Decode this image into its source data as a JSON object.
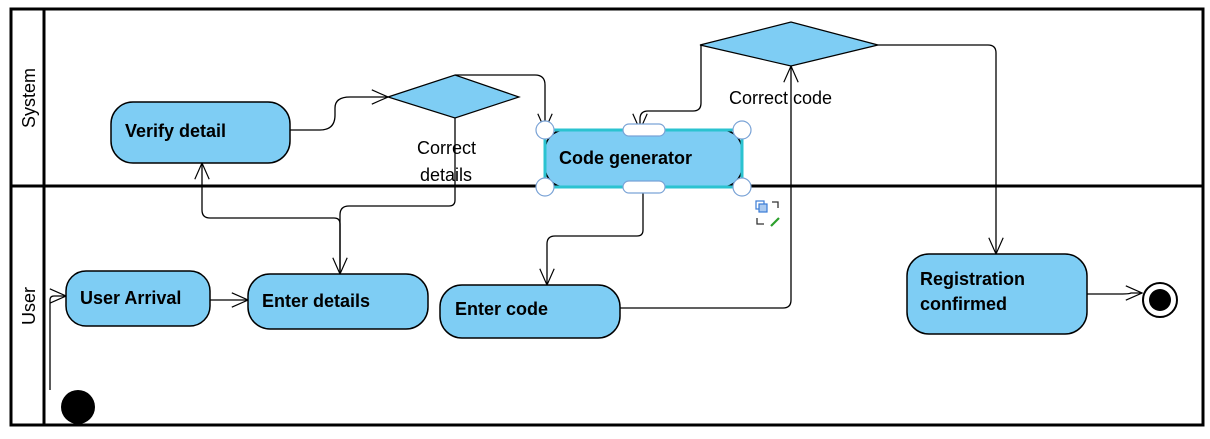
{
  "lanes": {
    "system": "System",
    "user": "User"
  },
  "actions": {
    "verify_detail": "Verify detail",
    "code_generator": "Code generator",
    "user_arrival": "User Arrival",
    "enter_details": "Enter details",
    "enter_code": "Enter code",
    "registration_line1": "Registration",
    "registration_line2": "confirmed"
  },
  "guards": {
    "correct_details_line1": "Correct",
    "correct_details_line2": "details",
    "correct_code": "Correct code"
  },
  "colors": {
    "action_fill": "#7ecdf4",
    "selection_border": "#2bc3d0"
  },
  "icons": {
    "selection_tools": "shape-resize-tools-icon"
  }
}
